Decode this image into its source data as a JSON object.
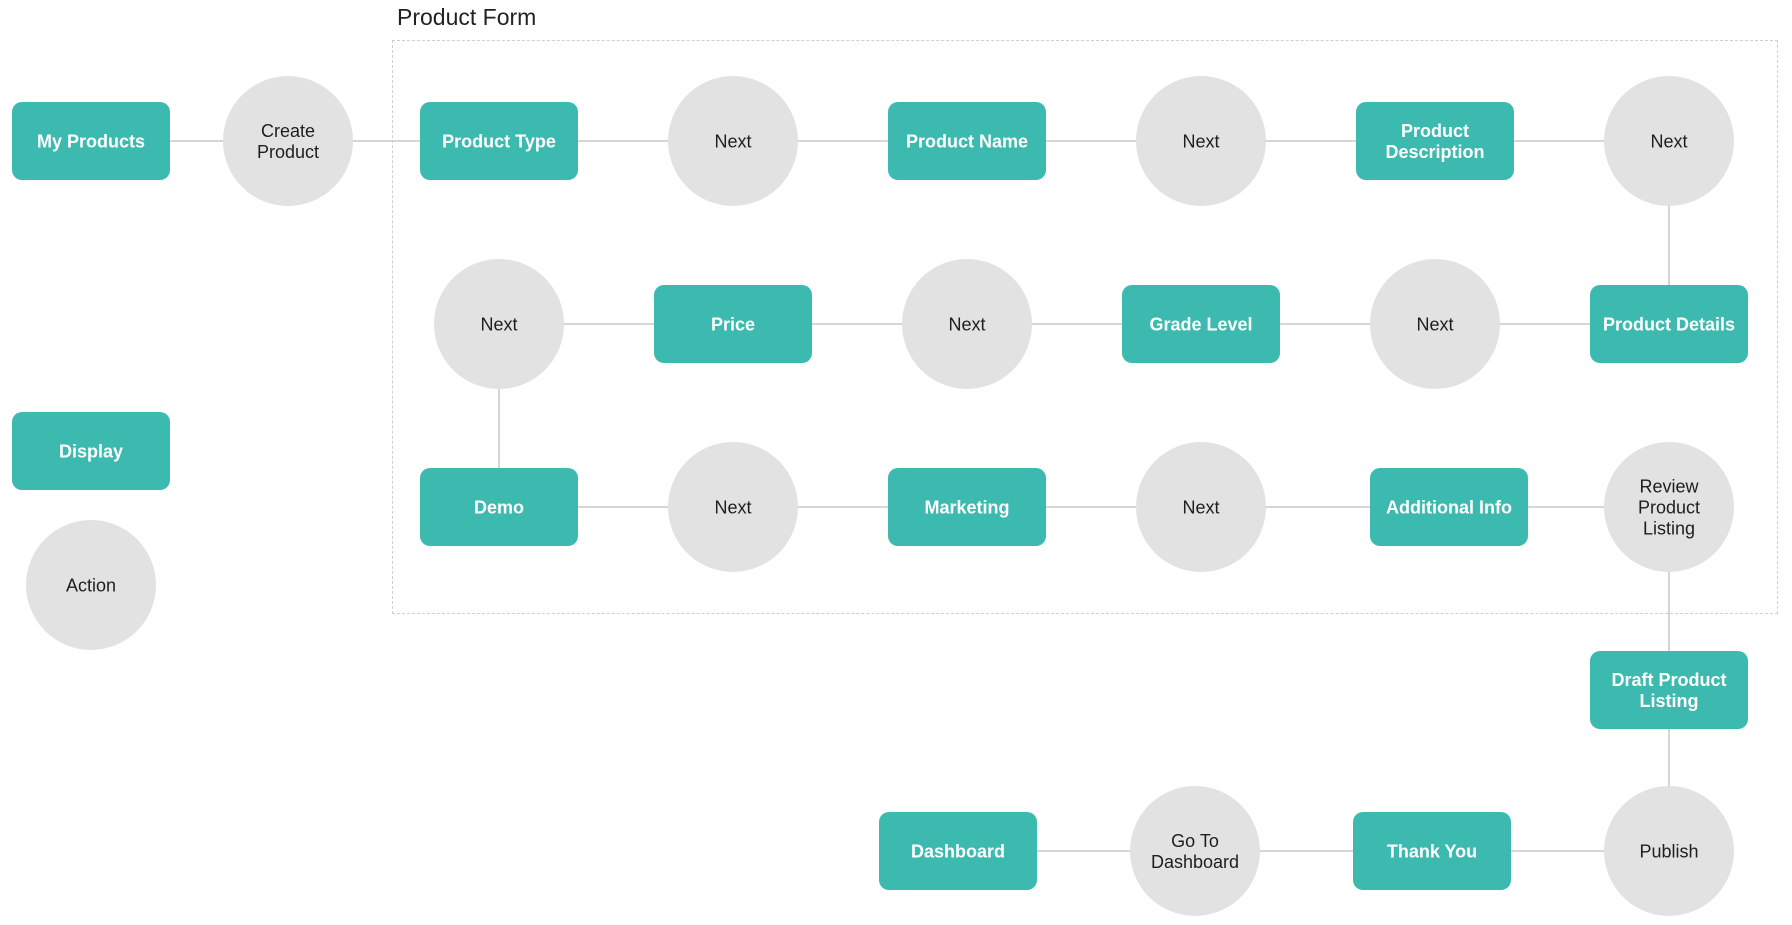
{
  "group": {
    "title": "Product Form"
  },
  "colors": {
    "display": "#3dbab0",
    "action": "#e2e2e2",
    "connector": "#c9c9c9"
  },
  "nodes": {
    "my_products": "My Products",
    "create_product": "Create\nProduct",
    "product_type": "Product Type",
    "next_1": "Next",
    "product_name": "Product Name",
    "next_2": "Next",
    "product_description": "Product\nDescription",
    "next_3": "Next",
    "product_details": "Product Details",
    "next_4": "Next",
    "grade_level": "Grade Level",
    "next_5": "Next",
    "price": "Price",
    "next_6": "Next",
    "demo": "Demo",
    "next_7": "Next",
    "marketing": "Marketing",
    "next_8": "Next",
    "additional_info": "Additional Info",
    "review_product_listing": "Review\nProduct\nListing",
    "draft_product_listing": "Draft Product\nListing",
    "publish": "Publish",
    "thank_you": "Thank You",
    "go_to_dashboard": "Go To\nDashboard",
    "dashboard": "Dashboard",
    "legend_display": "Display",
    "legend_action": "Action"
  }
}
